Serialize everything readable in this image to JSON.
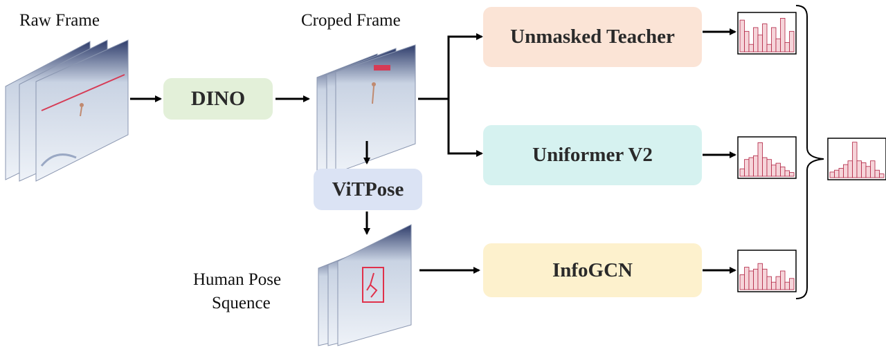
{
  "labels": {
    "raw_frame": "Raw  Frame",
    "croped_frame": "Croped  Frame",
    "human_pose_line1": "Human Pose",
    "human_pose_line2": "Squence"
  },
  "modules": {
    "dino": "DINO",
    "vitpose": "ViTPose",
    "unmasked_teacher": "Unmasked Teacher",
    "uniformer": "Uniformer V2",
    "infogcn": "InfoGCN"
  },
  "colors": {
    "dino": "#e3f0d9",
    "vitpose": "#dbe3f4",
    "unmasked_teacher": "#fbe4d6",
    "uniformer": "#d6f2f0",
    "infogcn": "#fdf1cd",
    "histogram_bar": "#f6d5da",
    "pose_box": "#e0304a",
    "arrow": "#000000"
  },
  "histograms": {
    "unmasked_teacher": [
      0.85,
      0.55,
      0.2,
      0.65,
      0.45,
      0.75,
      0.2,
      0.65,
      0.35,
      0.9,
      0.25,
      0.55
    ],
    "uniformer": [
      0.2,
      0.45,
      0.5,
      0.55,
      0.9,
      0.5,
      0.45,
      0.3,
      0.35,
      0.25,
      0.15,
      0.1
    ],
    "infogcn": [
      0.4,
      0.6,
      0.5,
      0.55,
      0.7,
      0.55,
      0.35,
      0.2,
      0.35,
      0.5,
      0.2,
      0.3
    ],
    "fused": [
      0.15,
      0.2,
      0.25,
      0.35,
      0.45,
      0.95,
      0.45,
      0.4,
      0.3,
      0.45,
      0.2,
      0.1
    ]
  }
}
